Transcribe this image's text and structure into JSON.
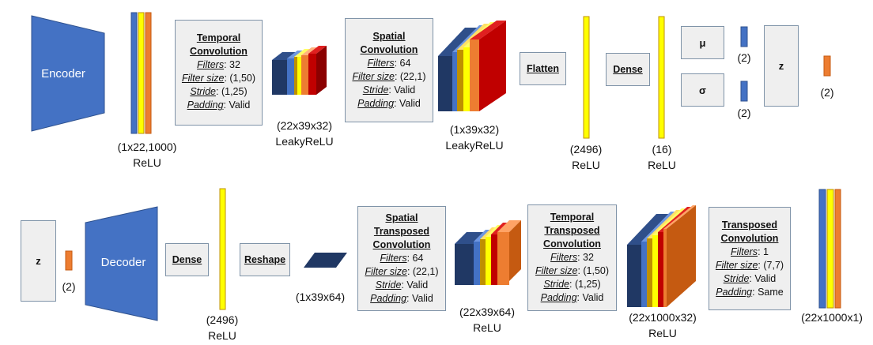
{
  "colors": {
    "blue": "#4472c4",
    "yellow": "#ffff00",
    "orange": "#ed7d31",
    "navy": "#203864",
    "gold": "#bf9000",
    "red": "#c00000",
    "box_fill": "#efefef",
    "box_border": "#7f93a8"
  },
  "encoder": {
    "trap_label": "Encoder",
    "input_shape": "(1x22,1000)",
    "input_act": "ReLU",
    "temporal_conv": {
      "title_l1": "Temporal",
      "title_l2": "Convolution",
      "filters_label": "Filters",
      "filters_value": ": 32",
      "fsize_label": "Filter size",
      "fsize_value": ": (1,50)",
      "stride_label": "Stride",
      "stride_value": ": (1,25)",
      "padding_label": "Padding",
      "padding_value": ": Valid"
    },
    "out1_shape": "(22x39x32)",
    "out1_act": "LeakyReLU",
    "spatial_conv": {
      "title_l1": "Spatial",
      "title_l2": "Convolution",
      "filters_label": "Filters",
      "filters_value": ": 64",
      "fsize_label": "Filter size",
      "fsize_value": ": (22,1)",
      "stride_label": "Stride",
      "stride_value": ": Valid",
      "padding_label": "Padding",
      "padding_value": ": Valid"
    },
    "out2_shape": "(1x39x32)",
    "out2_act": "LeakyReLU",
    "flatten_label": "Flatten",
    "flat_shape": "(2496)",
    "flat_act": "ReLU",
    "dense_label": "Dense",
    "dense_shape": "(16)",
    "dense_act": "ReLU",
    "mu_label": "μ",
    "mu_shape": "(2)",
    "sigma_label": "σ",
    "sigma_shape": "(2)",
    "z_label": "z",
    "z_shape": "(2)"
  },
  "decoder": {
    "z_label": "z",
    "z_shape": "(2)",
    "trap_label": "Decoder",
    "dense_label": "Dense",
    "dense_shape": "(2496)",
    "dense_act": "ReLU",
    "reshape_label": "Reshape",
    "reshape_shape": "(1x39x64)",
    "spatial_tconv": {
      "title_l1": "Spatial",
      "title_l2": "Transposed",
      "title_l3": "Convolution",
      "filters_label": "Filters",
      "filters_value": ": 64",
      "fsize_label": "Filter size",
      "fsize_value": ": (22,1)",
      "stride_label": "Stride",
      "stride_value": ": Valid",
      "padding_label": "Padding",
      "padding_value": ": Valid"
    },
    "out1_shape": "(22x39x64)",
    "out1_act": "ReLU",
    "temporal_tconv": {
      "title_l1": "Temporal",
      "title_l2": "Transposed",
      "title_l3": "Convolution",
      "filters_label": "Filters",
      "filters_value": ": 32",
      "fsize_label": "Filter size",
      "fsize_value": ": (1,50)",
      "stride_label": "Stride",
      "stride_value": ": (1,25)",
      "padding_label": "Padding",
      "padding_value": ": Valid"
    },
    "out2_shape": "(22x1000x32)",
    "out2_act": "ReLU",
    "tconv": {
      "title_l1": "Transposed",
      "title_l2": "Convolution",
      "filters_label": "Filters",
      "filters_value": ": 1",
      "fsize_label": "Filter size",
      "fsize_value": ": (7,7)",
      "stride_label": "Stride",
      "stride_value": ": Valid",
      "padding_label": "Padding",
      "padding_value": ": Same"
    },
    "output_shape": "(22x1000x1)"
  }
}
